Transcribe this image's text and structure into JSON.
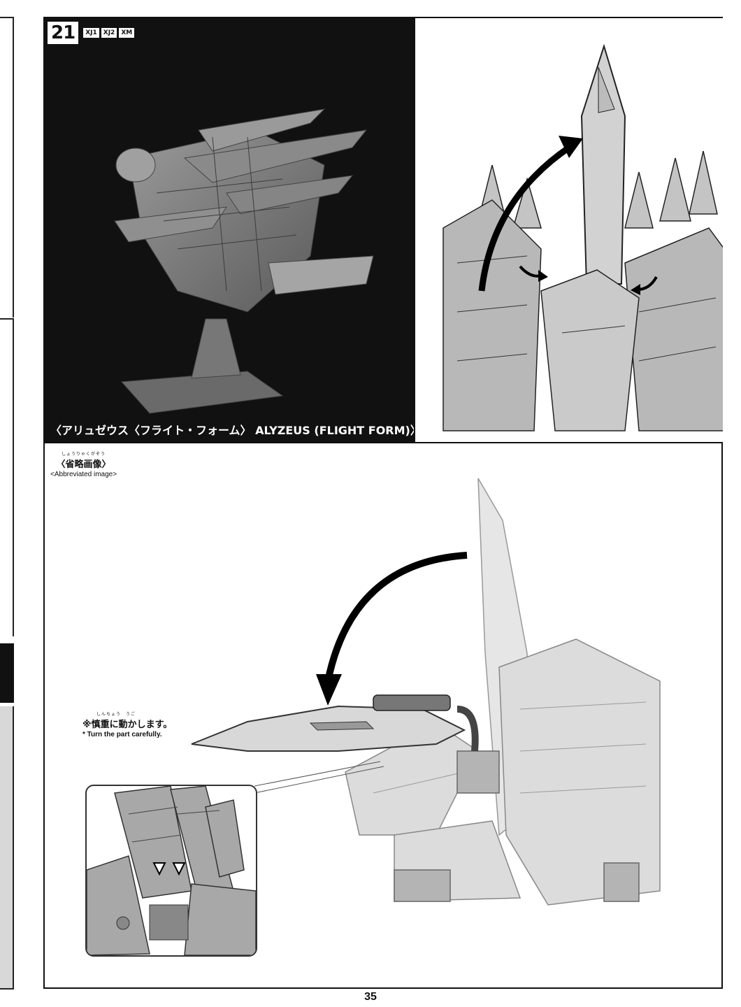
{
  "step": {
    "number": "21",
    "variants": [
      "XJ1",
      "XJ2",
      "XM"
    ]
  },
  "photo": {
    "caption": "〈アリュゼウス〈フライト・フォーム〉 ALYZEUS (FLIGHT FORM)〉"
  },
  "lower": {
    "abbrev_ruby": "しょうりゃくがぞう",
    "abbrev_jp": "〈省略画像〉",
    "abbrev_en": "<Abbreviated image>",
    "note_ruby": "しんちょう　うご",
    "note_jp": "※慎重に動かします。",
    "note_en": "* Turn the part carefully."
  },
  "page": {
    "number": "35"
  },
  "icons": {
    "rotate_arrow": "curved-arrow-icon",
    "push_arrow": "small-curved-arrow-icon",
    "tab_marker": "triangle-marker-icon"
  }
}
